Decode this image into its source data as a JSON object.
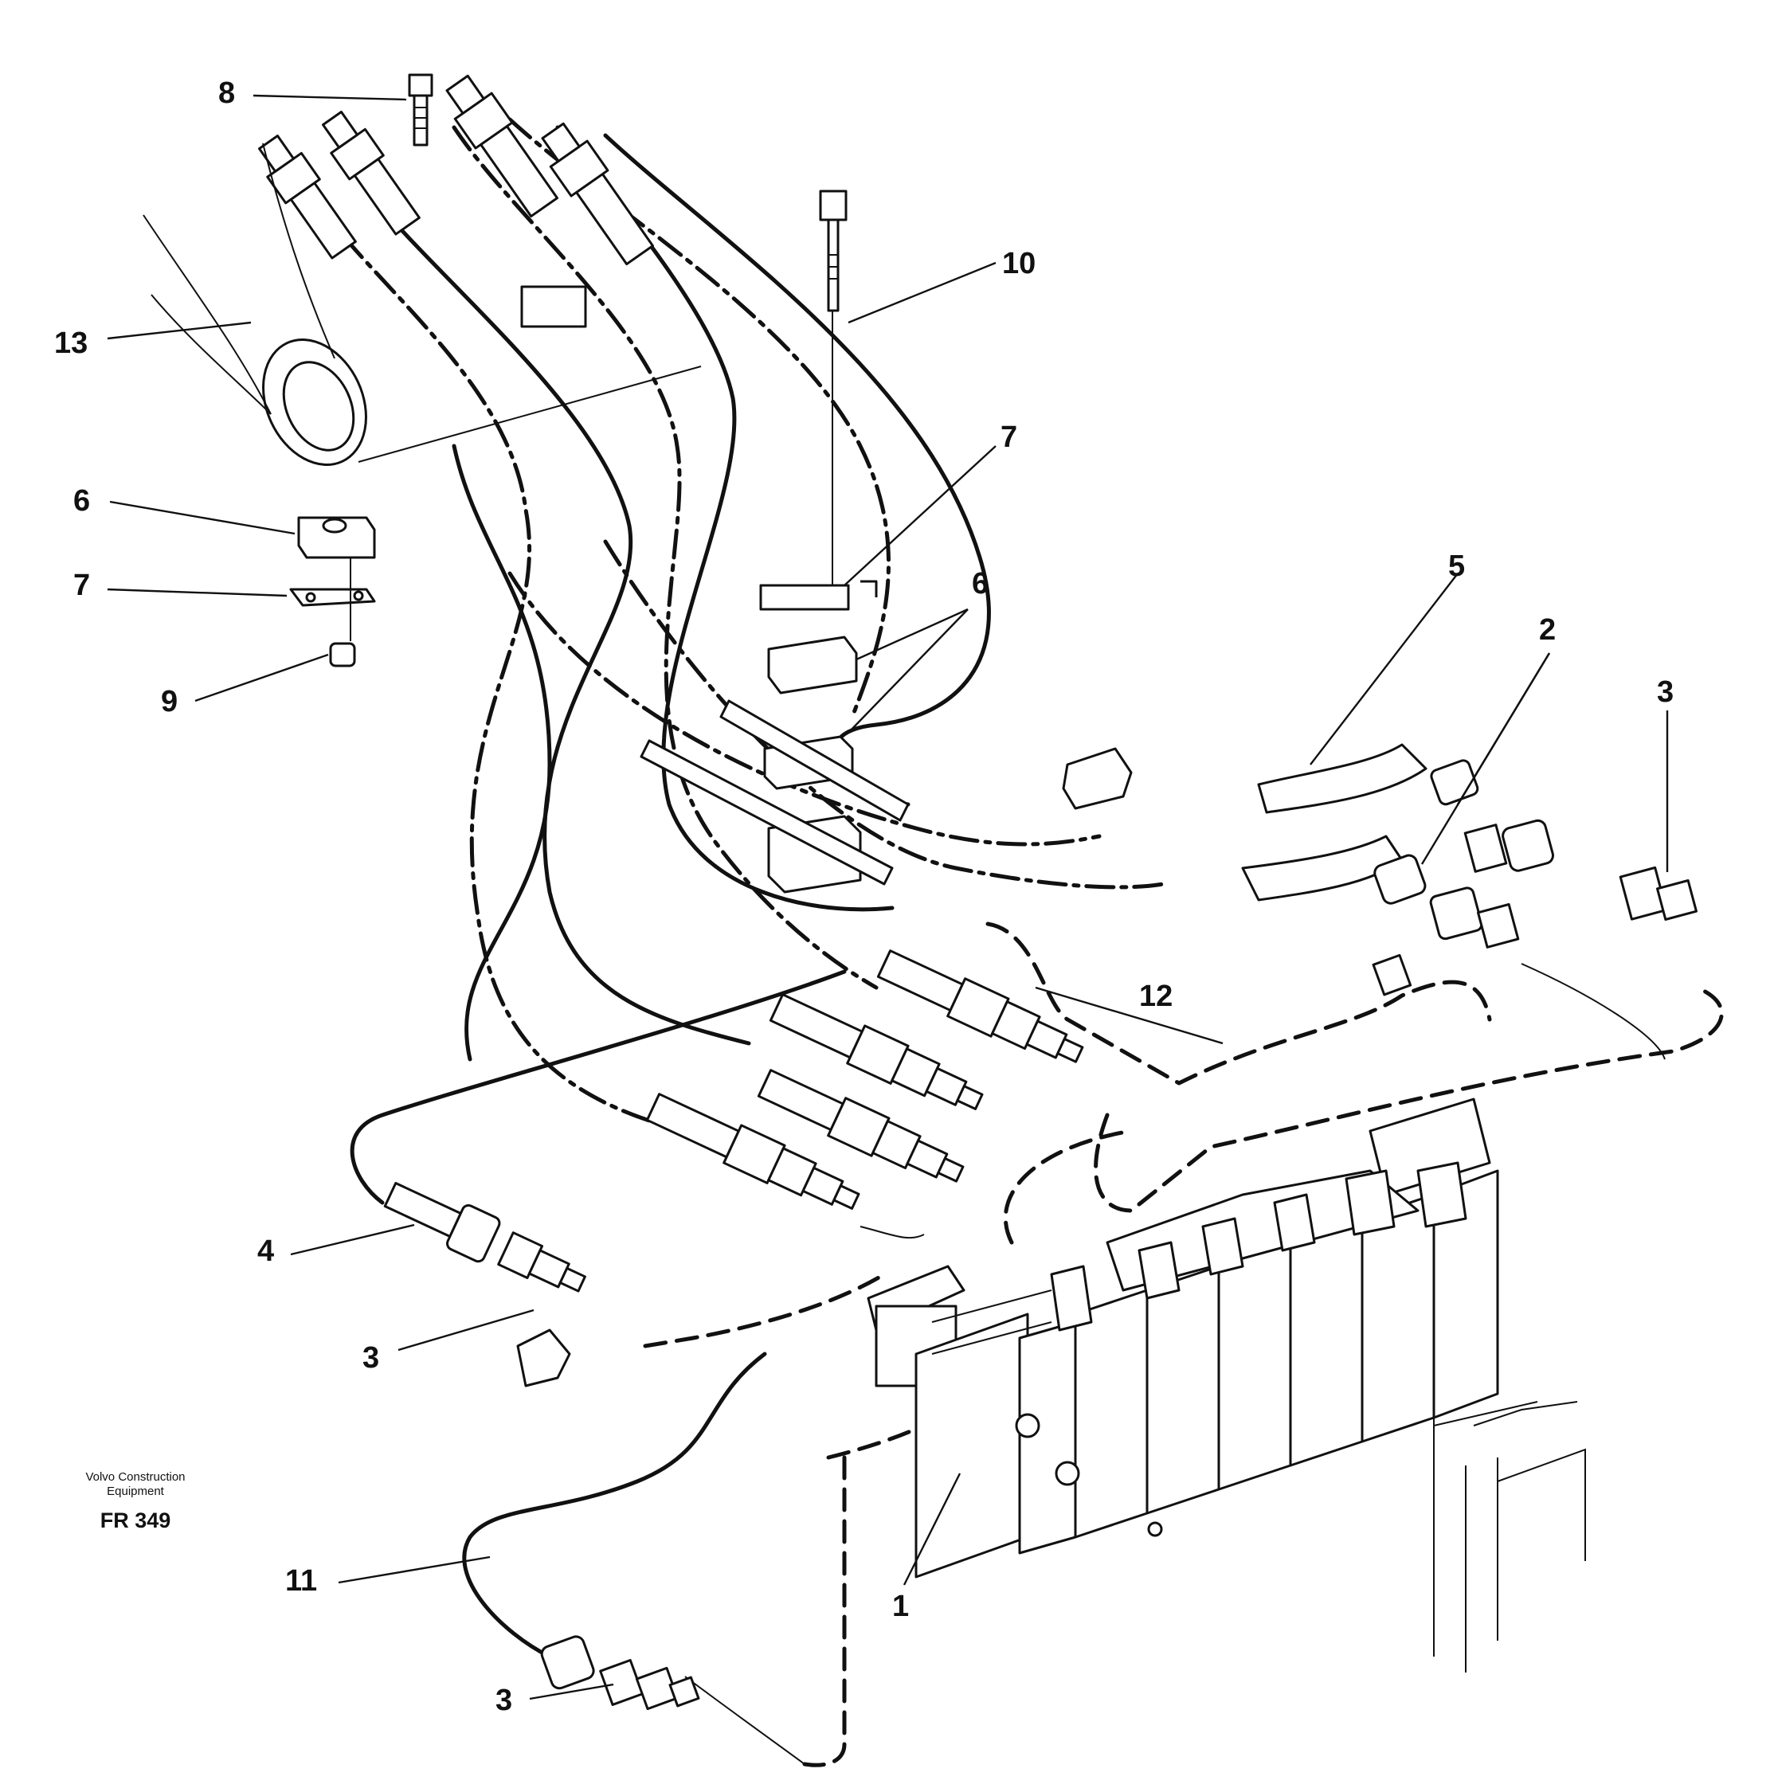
{
  "callouts": {
    "c8": "8",
    "c10": "10",
    "c13": "13",
    "c7a": "7",
    "c6a": "6",
    "c7b": "7",
    "c9": "9",
    "c6b": "6",
    "c5": "5",
    "c2": "2",
    "c3a": "3",
    "c12": "12",
    "c4": "4",
    "c3b": "3",
    "c11": "11",
    "c1": "1",
    "c3c": "3"
  },
  "footer": {
    "brand_line1": "Volvo Construction",
    "brand_line2": "Equipment",
    "code": "FR 349"
  }
}
